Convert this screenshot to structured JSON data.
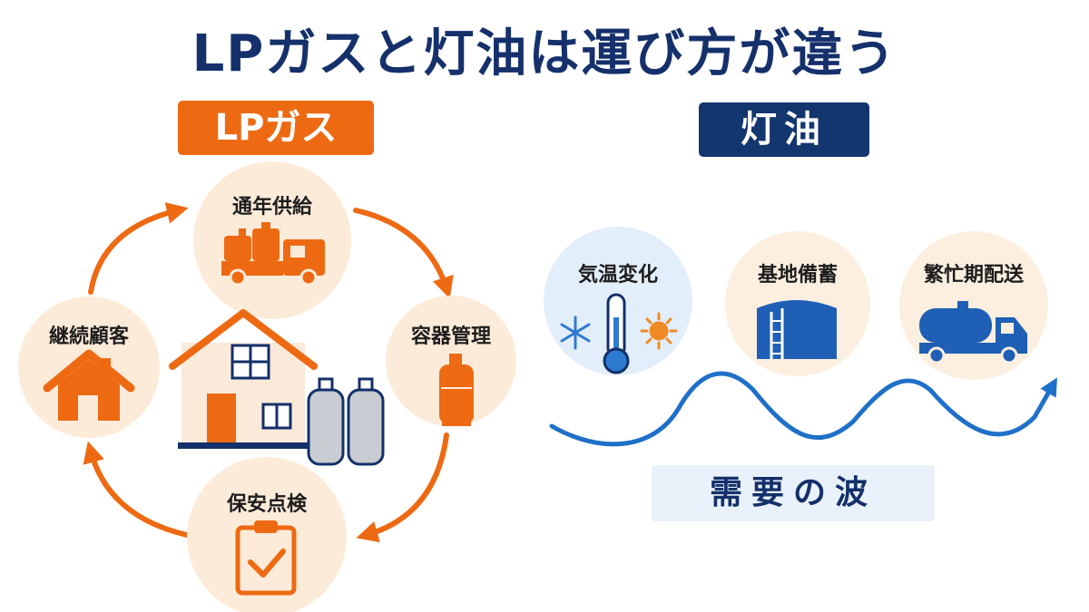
{
  "title": "LPガスと灯油は運び方が違う",
  "lp_gas": {
    "badge": "LPガス",
    "cycle": [
      {
        "label": "通年供給",
        "icon": "delivery-truck-icon"
      },
      {
        "label": "容器管理",
        "icon": "gas-cylinder-icon"
      },
      {
        "label": "保安点検",
        "icon": "checklist-clipboard-icon"
      },
      {
        "label": "継続顧客",
        "icon": "house-icon"
      }
    ],
    "center_icon": "house-with-gas-cylinders-icon"
  },
  "kerosene": {
    "badge": "灯油",
    "factors": [
      {
        "label": "気温変化",
        "icon": "thermometer-icon"
      },
      {
        "label": "基地備蓄",
        "icon": "storage-tank-icon"
      },
      {
        "label": "繁忙期配送",
        "icon": "tanker-truck-icon"
      }
    ],
    "wave_label": "需要の波"
  },
  "colors": {
    "title": "#15306b",
    "lp_accent": "#ed6a13",
    "lp_circle": "#fdebd9",
    "kerosene_accent": "#14366f",
    "kerosene_blue": "#1f66bf",
    "kerosene_circle": "#e3eefb",
    "wave": "#1f70c8"
  }
}
